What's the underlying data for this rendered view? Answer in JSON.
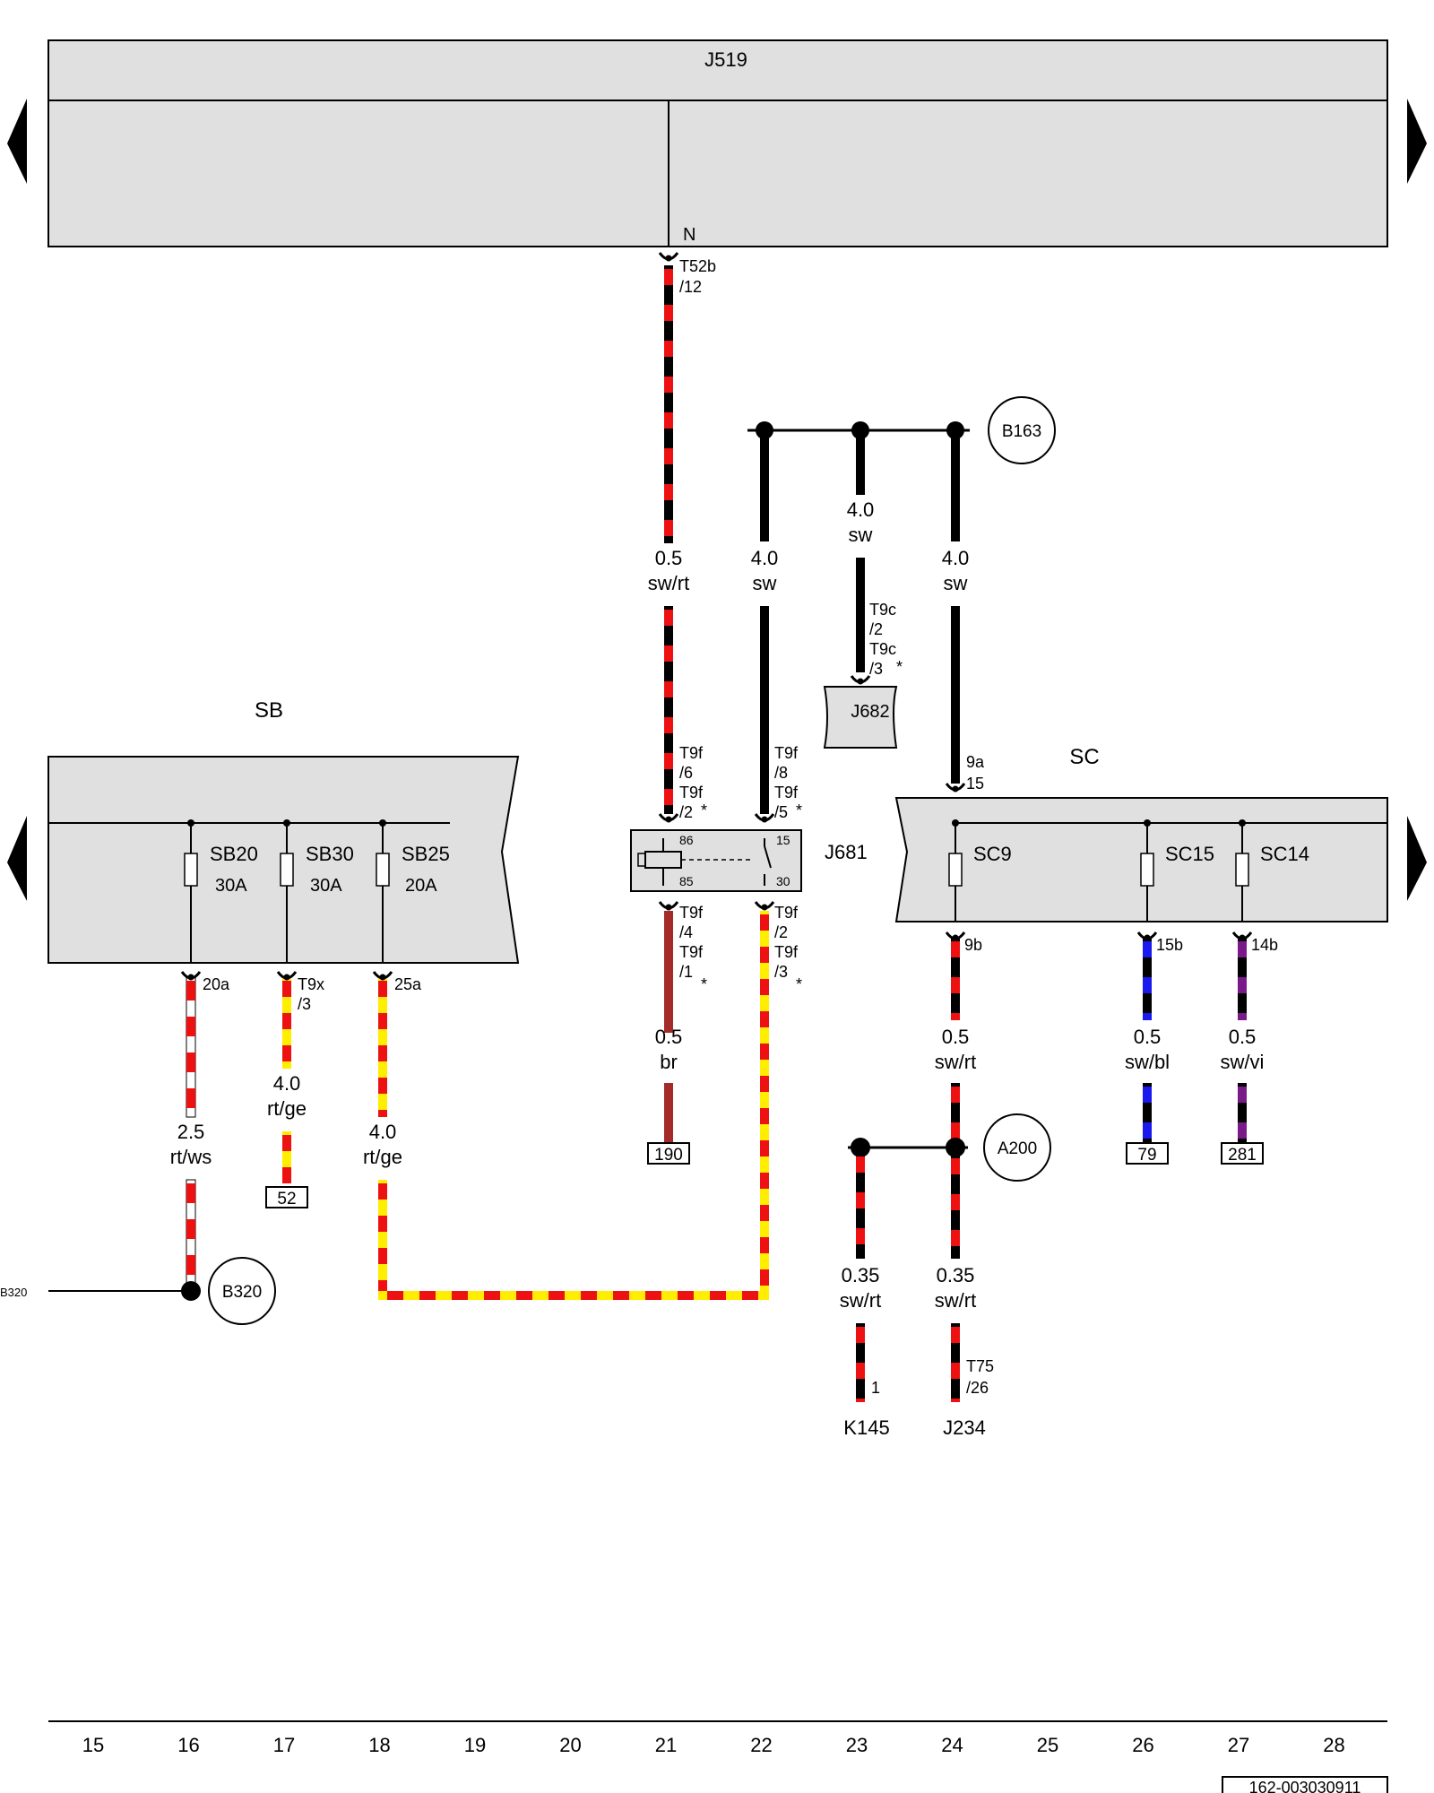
{
  "components": {
    "j519": "J519",
    "sb": "SB",
    "sc": "SC",
    "j681": "J681",
    "j682": "J682",
    "k145": "K145",
    "j234": "J234"
  },
  "pins": {
    "j519_n": "N",
    "t52b_a": "T52b",
    "t52b_b": "/12",
    "t9c_a": "T9c",
    "t9c_b": "/2",
    "t9c_c": "T9c",
    "t9c_d": "/3",
    "t9f_left_a": "T9f",
    "t9f_left_b": "/6",
    "t9f_left_c": "T9f",
    "t9f_left_d": "/2",
    "t9f_right_a": "T9f",
    "t9f_right_b": "/8",
    "t9f_right_c": "T9f",
    "t9f_right_d": "/5",
    "t9f_bl_a": "T9f",
    "t9f_bl_b": "/4",
    "t9f_bl_c": "T9f",
    "t9f_bl_d": "/1",
    "t9f_br_a": "T9f",
    "t9f_br_b": "/2",
    "t9f_br_c": "T9f",
    "t9f_br_d": "/3",
    "sc_9a": "9a",
    "sc_15": "15",
    "sb_20a": "20a",
    "sb_t9x_a": "T9x",
    "sb_t9x_b": "/3",
    "sb_25a": "25a",
    "sc_9b": "9b",
    "sc_15b": "15b",
    "sc_14b": "14b",
    "k145_pin": "1",
    "t75_a": "T75",
    "t75_b": "/26",
    "relay_86": "86",
    "relay_85": "85",
    "relay_15": "15",
    "relay_30": "30",
    "star": "*"
  },
  "fuses": [
    {
      "name": "SB20",
      "rating": "30A"
    },
    {
      "name": "SB30",
      "rating": "30A"
    },
    {
      "name": "SB25",
      "rating": "20A"
    },
    {
      "name": "SC9",
      "rating": ""
    },
    {
      "name": "SC15",
      "rating": ""
    },
    {
      "name": "SC14",
      "rating": ""
    }
  ],
  "wires": {
    "w_j519": {
      "size": "0.5",
      "color": "sw/rt"
    },
    "w_b163_left": {
      "size": "4.0",
      "color": "sw"
    },
    "w_b163_mid": {
      "size": "4.0",
      "color": "sw"
    },
    "w_b163_right": {
      "size": "4.0",
      "color": "sw"
    },
    "w_sb20": {
      "size": "2.5",
      "color": "rt/ws"
    },
    "w_sb30": {
      "size": "4.0",
      "color": "rt/ge"
    },
    "w_sb25": {
      "size": "4.0",
      "color": "rt/ge"
    },
    "w_relay_br": {
      "size": "0.5",
      "color": "br"
    },
    "w_sc9": {
      "size": "0.5",
      "color": "sw/rt"
    },
    "w_sc15": {
      "size": "0.5",
      "color": "sw/bl"
    },
    "w_sc14": {
      "size": "0.5",
      "color": "sw/vi"
    },
    "w_k145": {
      "size": "0.35",
      "color": "sw/rt"
    },
    "w_j234": {
      "size": "0.35",
      "color": "sw/rt"
    }
  },
  "connections": {
    "b163": "B163",
    "a200": "A200",
    "b320": "B320",
    "b320_edge": "B320"
  },
  "references": {
    "ref_190": "190",
    "ref_52": "52",
    "ref_79": "79",
    "ref_281": "281"
  },
  "columns": [
    "15",
    "16",
    "17",
    "18",
    "19",
    "20",
    "21",
    "22",
    "23",
    "24",
    "25",
    "26",
    "27",
    "28"
  ],
  "document_id": "162-003030911",
  "colors": {
    "black": "#000000",
    "red": "#ee1111",
    "yellow": "#ffee00",
    "white": "#ffffff",
    "brown": "#a52a2a",
    "blue": "#1a1aee",
    "violet": "#7a1a8a",
    "panel": "#e0e0e0"
  }
}
